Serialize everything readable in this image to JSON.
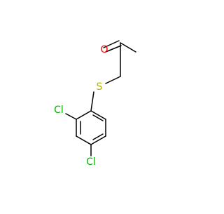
{
  "molecule": {
    "atom_labels": {
      "oxygen": "O",
      "sulfur": "S",
      "chlorine_ortho": "Cl",
      "chlorine_para": "Cl"
    },
    "colors": {
      "bond": "#000000",
      "oxygen": "#ff0000",
      "sulfur": "#b2b200",
      "chlorine": "#00b400",
      "background": "#ffffff"
    }
  }
}
